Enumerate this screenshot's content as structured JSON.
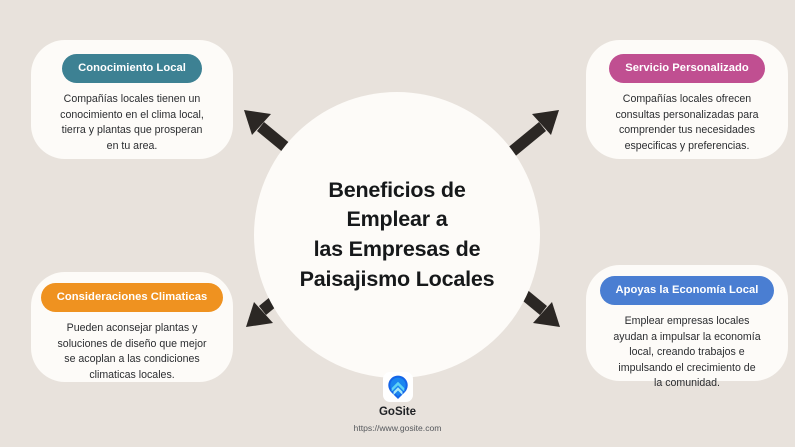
{
  "theme": {
    "background_color": "#e8e2dc",
    "surface_color": "#fdfbf8",
    "text_color": "#2b2d30",
    "arrow_color": "#2b2724"
  },
  "center": {
    "title": "Beneficios de\nEmplear a\nlas Empresas de\nPaisajismo Locales"
  },
  "cards": [
    {
      "id": "conocimiento-local",
      "label": "Conocimiento Local",
      "accent_color": "#3d8193",
      "body": "Compañías locales tienen un\nconocimiento en el clima local,\ntierra y plantas que prosperan\nen tu area."
    },
    {
      "id": "servicio-personalizado",
      "label": "Servicio Personalizado",
      "accent_color": "#c04f91",
      "body": "Compañías locales ofrecen\nconsultas personalizadas para\ncomprender tus necesidades\nespecificas y preferencias."
    },
    {
      "id": "consideraciones-climaticas",
      "label": "Consideraciones Climaticas",
      "accent_color": "#ef9220",
      "body": "Pueden aconsejar plantas y\nsoluciones de diseño que mejor\nse acoplan a las condiciones\nclimaticas locales."
    },
    {
      "id": "apoyas-la-economia-local",
      "label": "Apoyas la Economía Local",
      "accent_color": "#4a7ed2",
      "body": "Emplear empresas locales\nayudan a impulsar la economía\nlocal, creando trabajos e\nimpulsando el crecimiento de\nla comunidad."
    }
  ],
  "arrows": [
    {
      "id": "arrow-up-left",
      "direction": "up-left"
    },
    {
      "id": "arrow-up-right",
      "direction": "up-right"
    },
    {
      "id": "arrow-down-left",
      "direction": "down-left"
    },
    {
      "id": "arrow-down-right",
      "direction": "down-right"
    }
  ],
  "footer": {
    "logo_icon": "gosite-pin-logo",
    "brand": "GoSite",
    "url": "https://www.gosite.com",
    "logo_colors": {
      "pin_dark": "#1565e8",
      "pin_mid": "#1a86f0",
      "chevron_light": "#5fd4f5",
      "chevron_pale": "#a9e8f7"
    }
  }
}
